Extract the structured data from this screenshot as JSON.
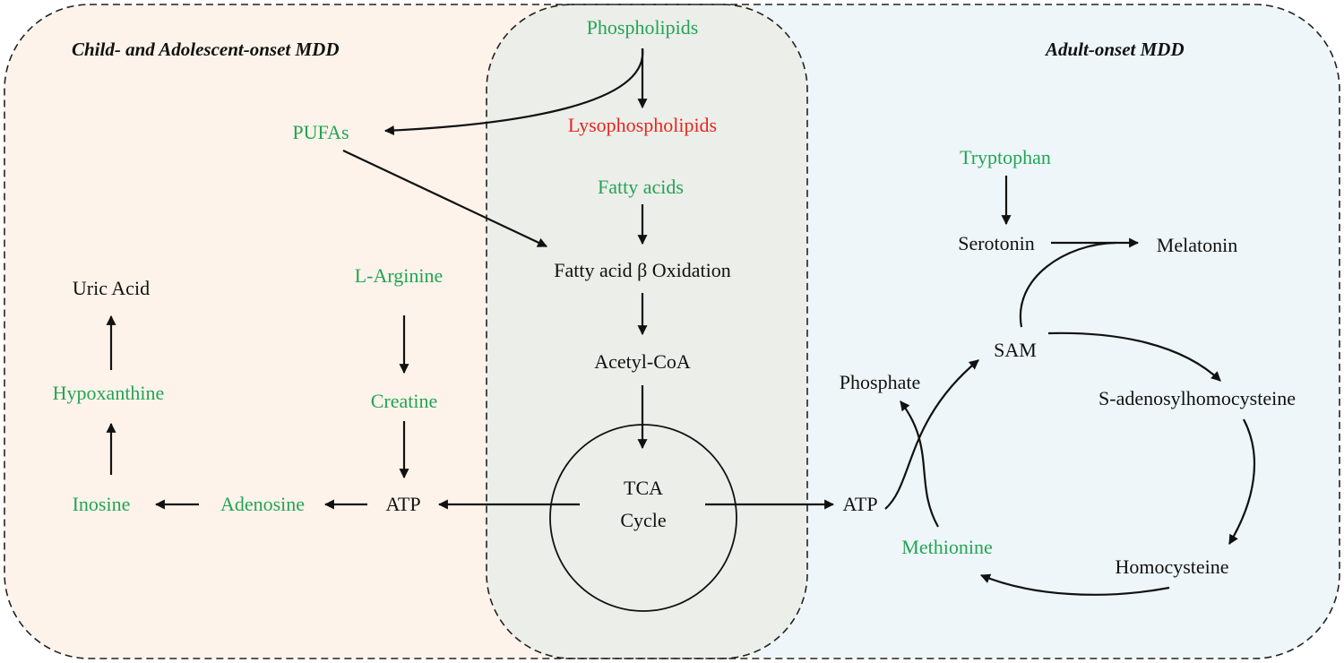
{
  "colors": {
    "child_region_fill": "#fdf3ea",
    "adult_region_fill": "#eef6f9",
    "shared_region_fill": "#eceeea",
    "decreased": "#23a455",
    "increased": "#e8261c",
    "neutral": "#111111",
    "border": "#222222"
  },
  "regions": {
    "child_title": "Child- and Adolescent-onset MDD",
    "adult_title": "Adult-onset MDD"
  },
  "nodes": {
    "phospholipids": "Phospholipids",
    "lysophospholipids": "Lysophospholipids",
    "pufas": "PUFAs",
    "fatty_acids": "Fatty acids",
    "fatty_acid_beta_oxidation": "Fatty acid β Oxidation",
    "acetyl_coa": "Acetyl-CoA",
    "tca_line1": "TCA",
    "tca_line2": "Cycle",
    "l_arginine": "L-Arginine",
    "creatine": "Creatine",
    "atp_left": "ATP",
    "adenosine": "Adenosine",
    "inosine": "Inosine",
    "hypoxanthine": "Hypoxanthine",
    "uric_acid": "Uric Acid",
    "tryptophan": "Tryptophan",
    "serotonin": "Serotonin",
    "melatonin": "Melatonin",
    "sam": "SAM",
    "s_adenosylhomocysteine": "S-adenosylhomocysteine",
    "homocysteine": "Homocysteine",
    "methionine": "Methionine",
    "phosphate": "Phosphate",
    "atp_right": "ATP"
  }
}
